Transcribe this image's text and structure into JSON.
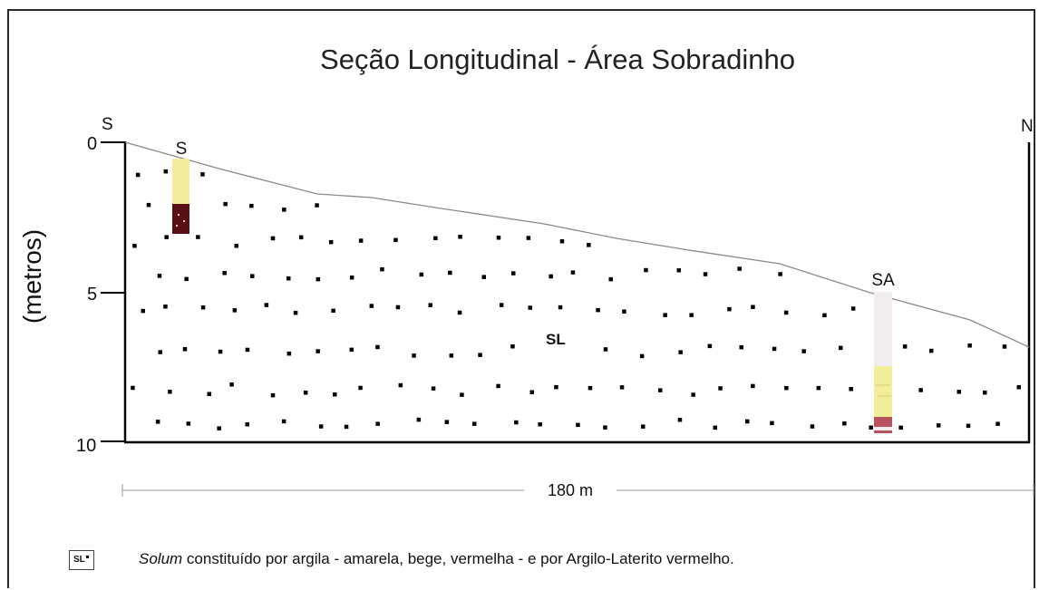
{
  "title": "Seção Longitudinal - Área Sobradinho",
  "axis": {
    "ylabel": "(metros)",
    "yticks": [
      "0",
      "5",
      "10"
    ],
    "left_end": "S",
    "right_end": "N",
    "scale_label": "180 m"
  },
  "profiles": [
    {
      "id": "S",
      "label": "S"
    },
    {
      "id": "SA",
      "label": "SA"
    }
  ],
  "unit_label": "SL",
  "legend": {
    "symbol_text": "SL",
    "italic": "Solum",
    "text": " constituído por argila - amarela, bege, vermelha - e por Argilo-Laterito vermelho."
  },
  "colors": {
    "yellow": "#f3ee9b",
    "dark_red": "#5a0f17",
    "beige": "#f1ecf0",
    "red": "#b8525e",
    "line": "#8a8a8a"
  }
}
